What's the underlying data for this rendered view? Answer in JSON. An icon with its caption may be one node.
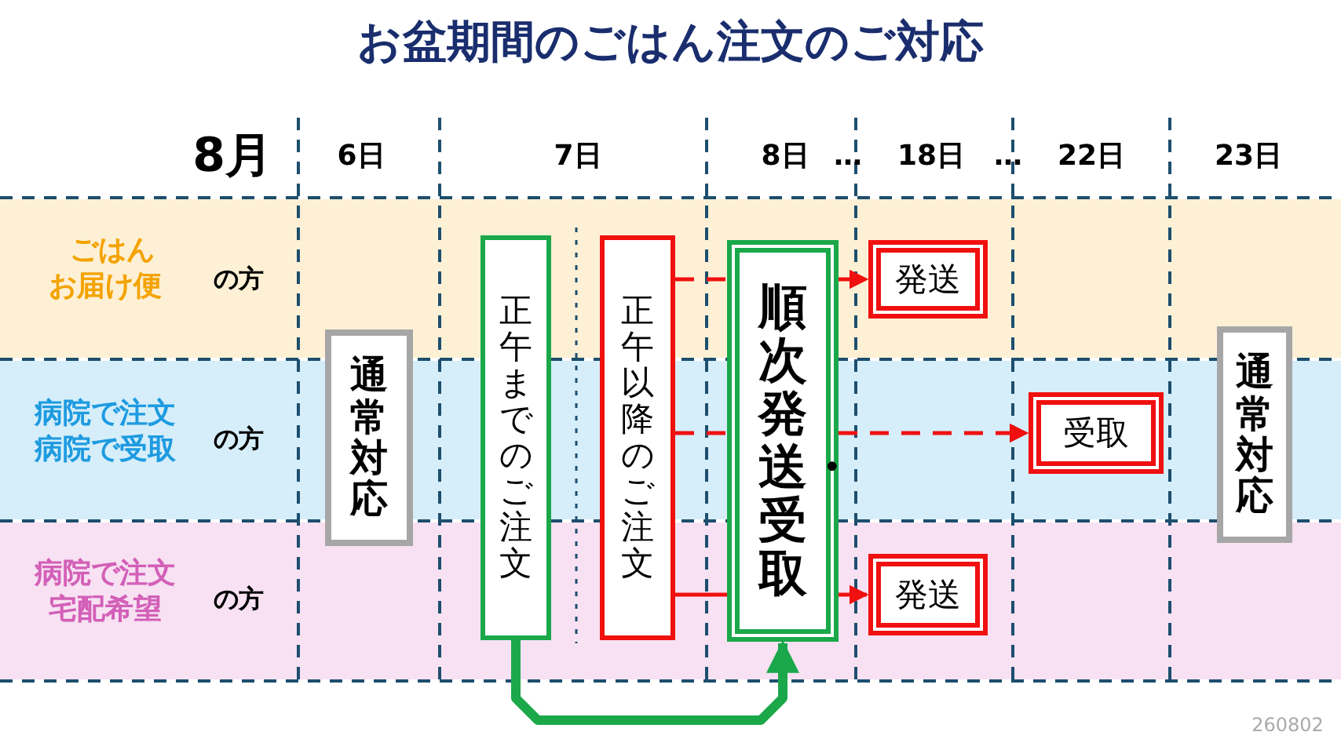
{
  "diagram": {
    "title": "お盆期間のごはん注文のご対応",
    "nodes": [
      {
        "text": [
          "通常対応"
        ]
      },
      {
        "text": [
          "正午までのご注文"
        ]
      },
      {
        "text": [
          "正午以降のご注文"
        ]
      },
      {
        "text": [
          "順次発送・受取"
        ]
      },
      {
        "text": [
          "発送"
        ]
      },
      {
        "text": [
          "受取"
        ]
      },
      {
        "text": [
          "発送"
        ]
      },
      {
        "text": [
          "通常対応"
        ]
      }
    ],
    "edges": [
      {
        "from": 1,
        "to": 3,
        "arrow": "to",
        "style": "thick",
        "color": "#1aa84a"
      },
      {
        "from": 2,
        "to": 3,
        "arrow": "none",
        "style": "dashed"
      },
      {
        "from": 3,
        "to": 4,
        "arrow": "to",
        "style": "dashed"
      },
      {
        "from": 2,
        "to": 3,
        "arrow": "none",
        "style": "dashed"
      },
      {
        "from": 3,
        "to": 5,
        "arrow": "to",
        "style": "dashed"
      },
      {
        "from": 2,
        "to": 3,
        "arrow": "none"
      },
      {
        "from": 3,
        "to": 6,
        "arrow": "to"
      }
    ],
    "labels": [
      "8月",
      "6日",
      "7日",
      "8日",
      "…",
      "18日",
      "…",
      "22日",
      "23日",
      "ごはんお届け便",
      "の方",
      "病院で注文病院で受取",
      "の方",
      "病院で注文宅配希望",
      "の方",
      "260802"
    ]
  }
}
